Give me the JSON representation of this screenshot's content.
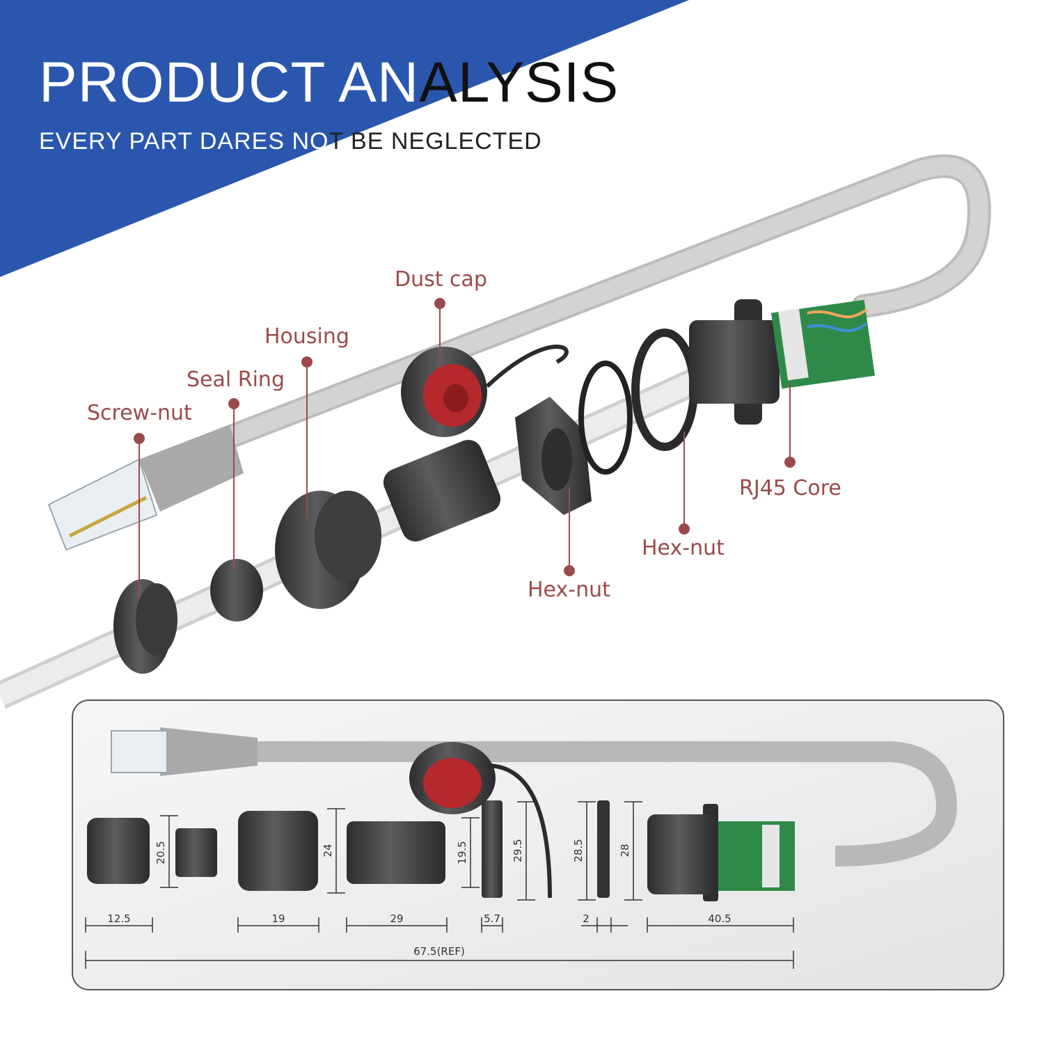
{
  "header": {
    "title_part1": "PRODUCT AN",
    "title_part2": "ALYSIS",
    "subtitle_part1": "EVERY PART DARES NO",
    "subtitle_part2": "T BE NEGLECTED"
  },
  "colors": {
    "banner": "#2a57ad",
    "callout": "#9b4a4a",
    "plastic": "#4a4a4c",
    "cable": "#d7d7d7",
    "seal": "#b5282c",
    "pcb": "#2f8a4a"
  },
  "callouts": {
    "dust_cap": "Dust cap",
    "housing": "Housing",
    "seal_ring": "Seal Ring",
    "screw_nut": "Screw-nut",
    "rj45_core": "RJ45 Core",
    "hex_nut_upper": "Hex-nut",
    "hex_nut_lower": "Hex-nut"
  },
  "dimensions": {
    "screw_nut_height": "20.5",
    "housing_height": "24",
    "housing_inner_height": "19.5",
    "hex_nut_height": "29.5",
    "gasket_height": "28.5",
    "core_flange_height": "28",
    "screw_nut_length": "12.5",
    "housing_length": "19",
    "insert_length": "29",
    "hex_nut_thickness": "5.7",
    "gasket_thickness": "2",
    "core_length": "40.5",
    "total_length": "67.5(REF)"
  }
}
